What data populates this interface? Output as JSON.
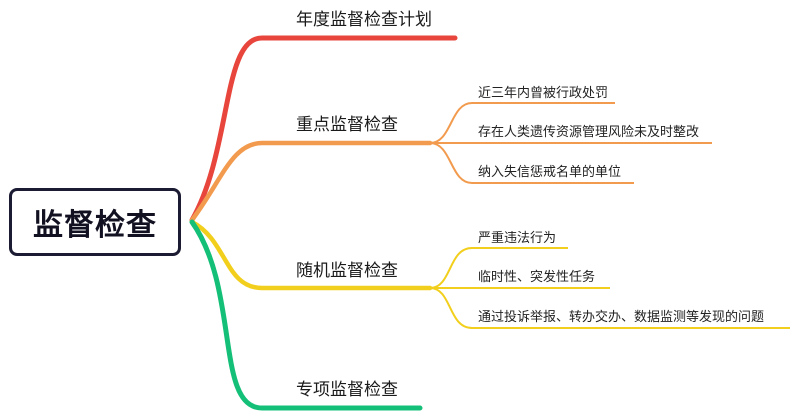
{
  "root": {
    "label": "监督检查"
  },
  "branches": [
    {
      "label": "年度监督检查计划",
      "color": "#e8453c",
      "children": []
    },
    {
      "label": "重点监督检查",
      "color": "#f29b4e",
      "children": [
        "近三年内曾被行政处罚",
        "存在人类遗传资源管理风险未及时整改",
        "纳入失信惩戒名单的单位"
      ]
    },
    {
      "label": "随机监督检查",
      "color": "#f2cf1c",
      "children": [
        "严重违法行为",
        "临时性、突发性任务",
        "通过投诉举报、转办交办、数据监测等发现的问题"
      ]
    },
    {
      "label": "专项监督检查",
      "color": "#14bf78",
      "children": []
    }
  ]
}
